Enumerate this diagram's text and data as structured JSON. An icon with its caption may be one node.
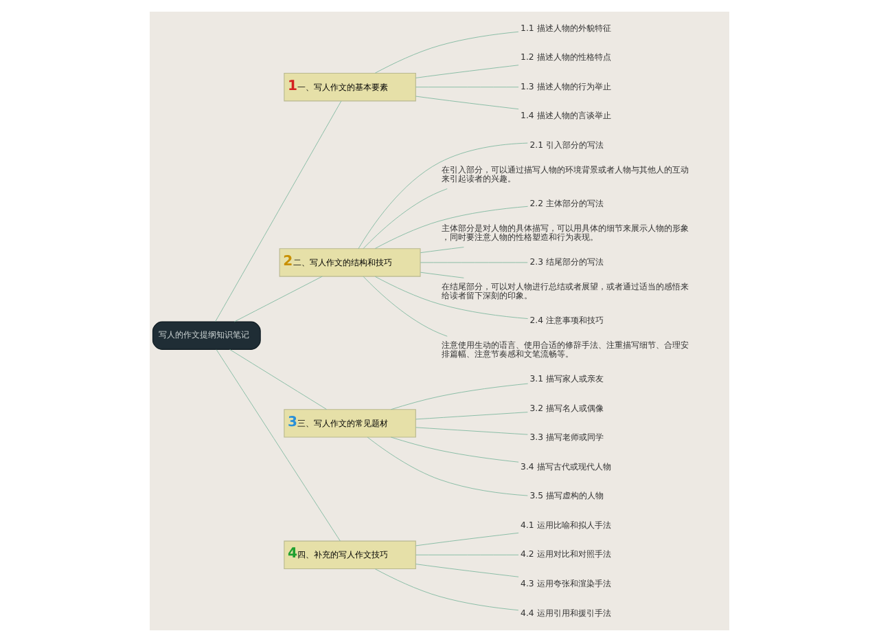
{
  "diagram": {
    "nodes": [
      {
        "text": [
          "写人的作文提纲知识笔记"
        ]
      },
      {
        "text": [
          "1",
          "一、写人作文的基本要素"
        ]
      },
      {
        "text": [
          "1.1 描述人物的外貌特征"
        ]
      },
      {
        "text": [
          "1.2 描述人物的性格特点"
        ]
      },
      {
        "text": [
          "1.3 描述人物的行为举止"
        ]
      },
      {
        "text": [
          "1.4 描述人物的言谈举止"
        ]
      },
      {
        "text": [
          "2",
          "二、写人作文的结构和技巧"
        ]
      },
      {
        "text": [
          "2.1 引入部分的写法"
        ]
      },
      {
        "text": [
          "在引入部分，可以通过描写人物的环境背景或者人物与其他人的互动来引起读者的兴趣。"
        ]
      },
      {
        "text": [
          "2.2 主体部分的写法"
        ]
      },
      {
        "text": [
          "主体部分是对人物的具体描写，可以用具体的细节来展示人物的形象，同时要注意人物的性格塑造和行为表现。"
        ]
      },
      {
        "text": [
          "2.3 结尾部分的写法"
        ]
      },
      {
        "text": [
          "在结尾部分，可以对人物进行总结或者展望，或者通过适当的感悟来给读者留下深刻的印象。"
        ]
      },
      {
        "text": [
          "2.4 注意事项和技巧"
        ]
      },
      {
        "text": [
          "注意使用生动的语言、使用合适的修辞手法、注重描写细节、合理安排篇幅、注意节奏感和文笔流畅等。"
        ]
      },
      {
        "text": [
          "3",
          "三、写人作文的常见题材"
        ]
      },
      {
        "text": [
          "3.1 描写家人或亲友"
        ]
      },
      {
        "text": [
          "3.2 描写名人或偶像"
        ]
      },
      {
        "text": [
          "3.3 描写老师或同学"
        ]
      },
      {
        "text": [
          "3.4 描写古代或现代人物"
        ]
      },
      {
        "text": [
          "3.5 描写虚构的人物"
        ]
      },
      {
        "text": [
          "4",
          "四、补充的写人作文技巧"
        ]
      },
      {
        "text": [
          "4.1 运用比喻和拟人手法"
        ]
      },
      {
        "text": [
          "4.2 运用对比和对照手法"
        ]
      },
      {
        "text": [
          "4.3 运用夸张和渲染手法"
        ]
      },
      {
        "text": [
          "4.4 运用引用和援引手法"
        ]
      }
    ],
    "edges": [
      {
        "from": 0,
        "to": 1,
        "arrow": "none"
      },
      {
        "from": 1,
        "to": 2,
        "arrow": "none"
      },
      {
        "from": 1,
        "to": 3,
        "arrow": "none"
      },
      {
        "from": 1,
        "to": 4,
        "arrow": "none"
      },
      {
        "from": 1,
        "to": 5,
        "arrow": "none"
      },
      {
        "from": 0,
        "to": 6,
        "arrow": "none"
      },
      {
        "from": 6,
        "to": 7,
        "arrow": "none"
      },
      {
        "from": 6,
        "to": 8,
        "arrow": "none"
      },
      {
        "from": 6,
        "to": 9,
        "arrow": "none"
      },
      {
        "from": 6,
        "to": 10,
        "arrow": "none"
      },
      {
        "from": 6,
        "to": 11,
        "arrow": "none"
      },
      {
        "from": 6,
        "to": 12,
        "arrow": "none"
      },
      {
        "from": 6,
        "to": 13,
        "arrow": "none"
      },
      {
        "from": 6,
        "to": 14,
        "arrow": "none"
      },
      {
        "from": 0,
        "to": 15,
        "arrow": "none"
      },
      {
        "from": 15,
        "to": 16,
        "arrow": "none"
      },
      {
        "from": 15,
        "to": 17,
        "arrow": "none"
      },
      {
        "from": 15,
        "to": 18,
        "arrow": "none"
      },
      {
        "from": 15,
        "to": 19,
        "arrow": "none"
      },
      {
        "from": 15,
        "to": 20,
        "arrow": "none"
      },
      {
        "from": 0,
        "to": 21,
        "arrow": "none"
      },
      {
        "from": 21,
        "to": 22,
        "arrow": "none"
      },
      {
        "from": 21,
        "to": 23,
        "arrow": "none"
      },
      {
        "from": 21,
        "to": 24,
        "arrow": "none"
      },
      {
        "from": 21,
        "to": 25,
        "arrow": "none"
      }
    ]
  }
}
